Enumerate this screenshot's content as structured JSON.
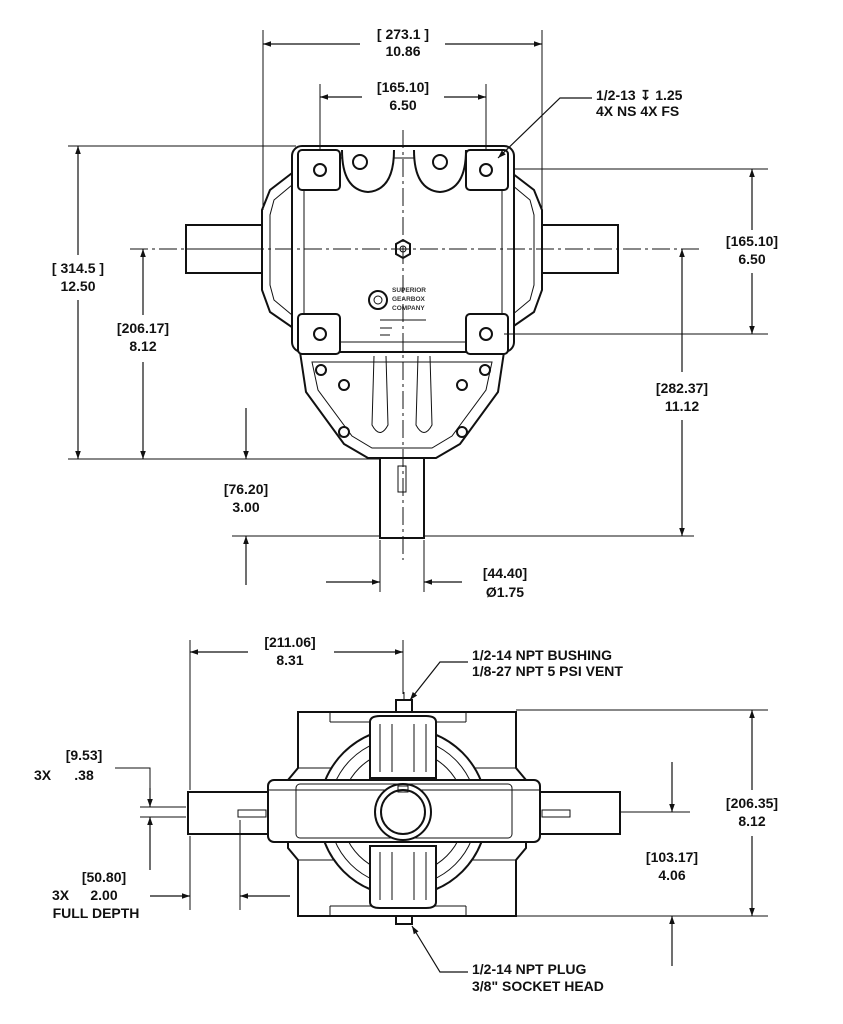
{
  "top_view": {
    "dims": {
      "overall_width": {
        "mm": "[ 273.1 ]",
        "in": "10.86"
      },
      "bolt_spacing_x": {
        "mm": "[165.10]",
        "in": "6.50"
      },
      "bolt_spacing_y": {
        "mm": "[165.10]",
        "in": "6.50"
      },
      "overall_height": {
        "mm": "[ 314.5 ]",
        "in": "12.50"
      },
      "shaft_center": {
        "mm": "[206.17]",
        "in": "8.12"
      },
      "output_length": {
        "mm": "[282.37]",
        "in": "11.12"
      },
      "shaft_extension": {
        "mm": "[76.20]",
        "in": "3.00"
      },
      "shaft_diameter": {
        "mm": "[44.40]",
        "in": "Ø1.75"
      }
    },
    "note_thread": {
      "line1": "1/2-13   ↧ 1.25",
      "line2": "4X NS  4X FS"
    },
    "plate": {
      "line1": "SUPERIOR",
      "line2": "GEARBOX",
      "line3": "COMPANY"
    }
  },
  "side_view": {
    "dims": {
      "half_width": {
        "mm": "[211.06]",
        "in": "8.31"
      },
      "key_width": {
        "prefix": "3X",
        "mm": "[9.53]",
        "in": ".38"
      },
      "key_length": {
        "prefix": "3X",
        "mm": "[50.80]",
        "in": "2.00",
        "extra": "FULL DEPTH"
      },
      "overall_depth": {
        "mm": "[206.35]",
        "in": "8.12"
      },
      "half_depth": {
        "mm": "[103.17]",
        "in": "4.06"
      }
    },
    "note_bushing": {
      "line1": "1/2-14 NPT BUSHING",
      "line2": "1/8-27 NPT 5 PSI VENT"
    },
    "note_plug": {
      "line1": "1/2-14 NPT PLUG",
      "line2": "3/8\" SOCKET HEAD"
    }
  }
}
